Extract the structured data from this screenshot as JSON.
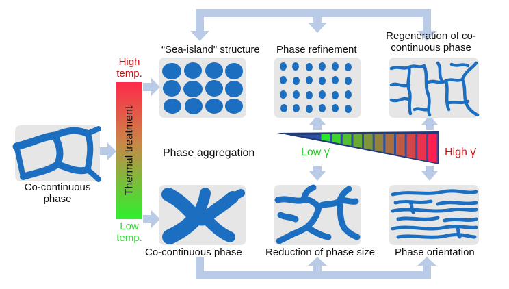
{
  "colors": {
    "blob": "#1c6fc0",
    "panel": "#e6e6e6",
    "arrow": "#b9cbe6",
    "high_temp": "#cc1111",
    "low_temp": "#33dd33",
    "low_shear": "#22cc22",
    "high_shear": "#dd1111",
    "wedge_outline": "#233a78"
  },
  "labels": {
    "sea_island": "“Sea-island\" structure",
    "phase_refinement": "Phase refinement",
    "regeneration": "Regeneration of co-continuous phase",
    "high_temp": "High temp.",
    "low_temp": "Low temp.",
    "thermal_treatment": "Thermal treatment",
    "phase_aggregation": "Phase aggregation",
    "co_continuous_left": "Co-continuous phase",
    "co_continuous_bottom": "Co-continuous phase",
    "reduction": "Reduction of phase size",
    "orientation": "Phase orientation",
    "low_shear": "Low γ̇",
    "high_shear": "High γ̇"
  }
}
